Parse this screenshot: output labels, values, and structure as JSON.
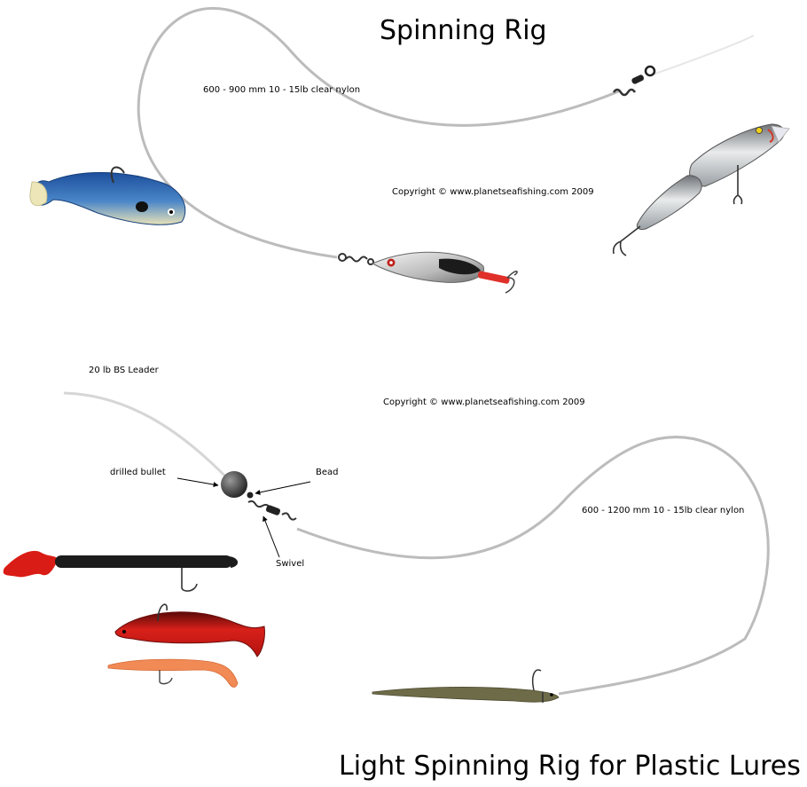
{
  "top_rig": {
    "title": "Spinning Rig",
    "line_label": "600 - 900 mm 10 - 15lb clear nylon",
    "copyright": "Copyright © www.planetseafishing.com 2009"
  },
  "bottom_rig": {
    "title": "Light Spinning Rig for Plastic Lures",
    "leader_label": "20 lb BS Leader",
    "copyright": "Copyright © www.planetseafishing.com 2009",
    "bullet_label": "drilled bullet",
    "bead_label": "Bead",
    "swivel_label": "Swivel",
    "line_label": "600 - 1200 mm 10 - 15lb clear nylon"
  },
  "colors": {
    "line": "#b8b8b8",
    "leader": "#d8d8d8",
    "shad_body": "#2a5fa8",
    "spoon": "#c9c9c9",
    "plug": "#b0b4b8",
    "worm": "#1c1c1c",
    "red_shad": "#cc1a14",
    "orange_eel": "#f08a55",
    "sandeel": "#6d6a48"
  }
}
